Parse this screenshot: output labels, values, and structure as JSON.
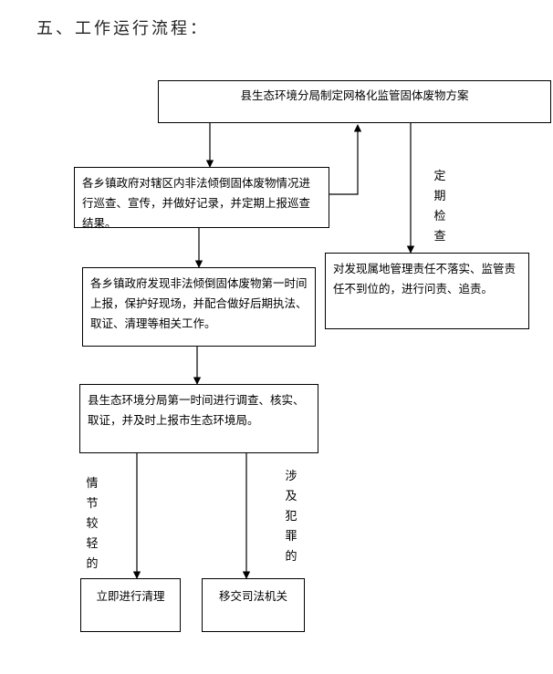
{
  "heading": "五、工作运行流程：",
  "boxes": {
    "plan": "县生态环境分局制定网格化监管固体废物方案",
    "patrol": "各乡镇政府对辖区内非法倾倒固体废物情况进行巡查、宣传，并做好记录，并定期上报巡查结果。",
    "accountability": "对发现属地管理责任不落实、监管责任不到位的，进行问责、追责。",
    "report": "各乡镇政府发现非法倾倒固体废物第一时间上报，保护好现场，并配合做好后期执法、取证、清理等相关工作。",
    "investigate": "县生态环境分局第一时间进行调查、核实、取证，并及时上报市生态环境局。",
    "clean": "立即进行清理",
    "transfer": "移交司法机关"
  },
  "labels": {
    "periodic_check": [
      "定",
      "期",
      "检",
      "查"
    ],
    "minor": [
      "情",
      "节",
      "较",
      "轻",
      "的"
    ],
    "criminal": [
      "涉",
      "及",
      "犯",
      "罪",
      "的"
    ]
  }
}
